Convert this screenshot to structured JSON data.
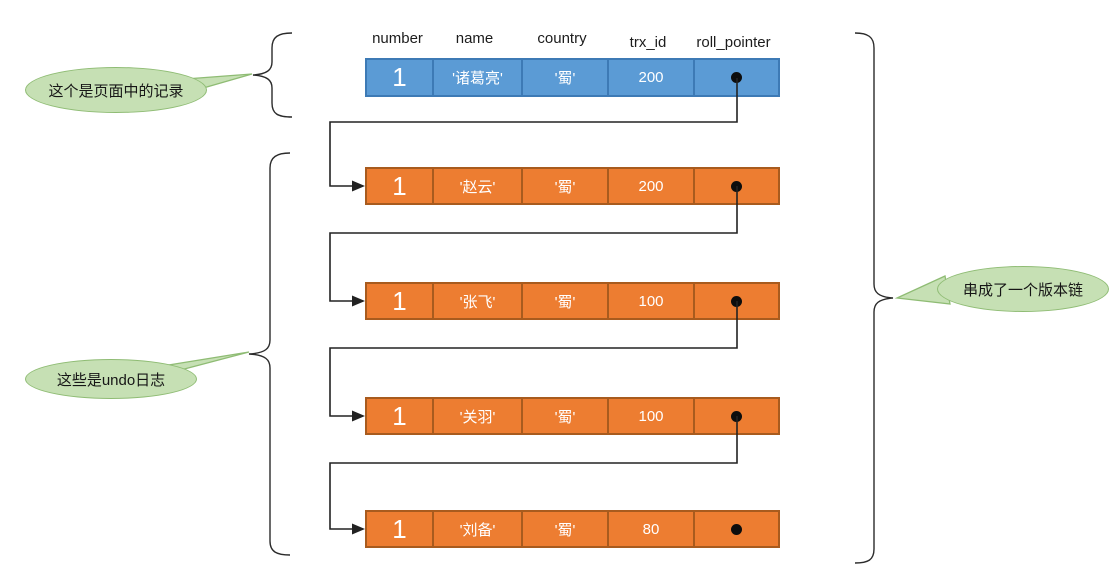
{
  "table": {
    "headers": [
      "number",
      "name",
      "country",
      "trx_id",
      "roll_pointer"
    ],
    "record_row": {
      "number": "1",
      "name": "'诸葛亮'",
      "country": "'蜀'",
      "trx_id": "200"
    },
    "undo_rows": [
      {
        "number": "1",
        "name": "'赵云'",
        "country": "'蜀'",
        "trx_id": "200"
      },
      {
        "number": "1",
        "name": "'张飞'",
        "country": "'蜀'",
        "trx_id": "100"
      },
      {
        "number": "1",
        "name": "'关羽'",
        "country": "'蜀'",
        "trx_id": "100"
      },
      {
        "number": "1",
        "name": "'刘备'",
        "country": "'蜀'",
        "trx_id": "80"
      }
    ]
  },
  "annotations": {
    "page_record": "这个是页面中的记录",
    "undo_logs": "这些是undo日志",
    "version_chain": "串成了一个版本链"
  },
  "icons": {
    "roll_pointer_dot": "black-dot",
    "connector_arrow": "arrowhead-right"
  },
  "colors": {
    "record_fill": "#5B9BD5",
    "record_border": "#3D7AB5",
    "undo_fill": "#ED7D31",
    "undo_border": "#A85B1E",
    "callout_fill": "#C6E0B4",
    "callout_border": "#8FBC74",
    "connector": "#222222"
  }
}
